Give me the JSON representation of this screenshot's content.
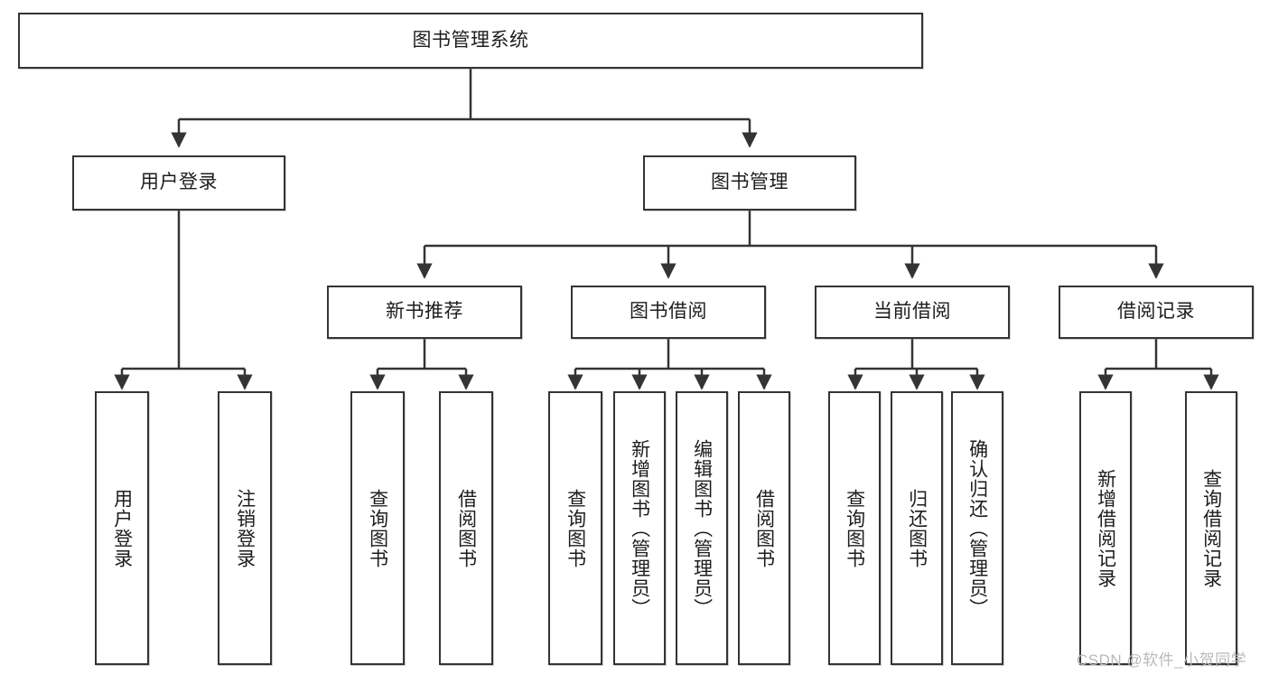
{
  "diagram": {
    "title": "图书管理系统",
    "type": "hierarchy-tree",
    "root": {
      "id": "root",
      "label": "图书管理系统"
    },
    "level1": [
      {
        "id": "user-login",
        "label": "用户登录"
      },
      {
        "id": "book-manage",
        "label": "图书管理"
      }
    ],
    "level2": [
      {
        "id": "new-book-recommend",
        "label": "新书推荐",
        "parent": "book-manage"
      },
      {
        "id": "book-borrow",
        "label": "图书借阅",
        "parent": "book-manage"
      },
      {
        "id": "current-borrow",
        "label": "当前借阅",
        "parent": "book-manage"
      },
      {
        "id": "borrow-record",
        "label": "借阅记录",
        "parent": "book-manage"
      }
    ],
    "leaves": [
      {
        "id": "leaf-user-login",
        "label": "用户登录",
        "parent": "user-login"
      },
      {
        "id": "leaf-logout",
        "label": "注销登录",
        "parent": "user-login"
      },
      {
        "id": "leaf-query-book-1",
        "label": "查询图书",
        "parent": "new-book-recommend"
      },
      {
        "id": "leaf-borrow-book-1",
        "label": "借阅图书",
        "parent": "new-book-recommend"
      },
      {
        "id": "leaf-query-book-2",
        "label": "查询图书",
        "parent": "book-borrow"
      },
      {
        "id": "leaf-add-book",
        "label": "新增图书（管理员）",
        "parent": "book-borrow"
      },
      {
        "id": "leaf-edit-book",
        "label": "编辑图书（管理员）",
        "parent": "book-borrow"
      },
      {
        "id": "leaf-borrow-book-2",
        "label": "借阅图书",
        "parent": "book-borrow"
      },
      {
        "id": "leaf-query-book-3",
        "label": "查询图书",
        "parent": "current-borrow"
      },
      {
        "id": "leaf-return-book",
        "label": "归还图书",
        "parent": "current-borrow"
      },
      {
        "id": "leaf-confirm-return",
        "label": "确认归还（管理员）",
        "parent": "current-borrow"
      },
      {
        "id": "leaf-add-record",
        "label": "新增借阅记录",
        "parent": "borrow-record"
      },
      {
        "id": "leaf-query-record",
        "label": "查询借阅记录",
        "parent": "borrow-record"
      }
    ]
  },
  "watermark": {
    "text": "CSDN @软件_小贺同学"
  },
  "colors": {
    "stroke": "#343434",
    "fill": "#ffffff",
    "text": "#1d1d1d",
    "watermark": "#b9b9b9"
  }
}
